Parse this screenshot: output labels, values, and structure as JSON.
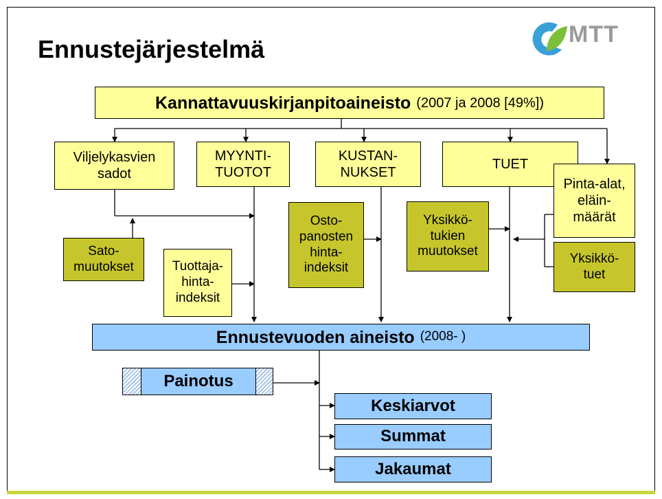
{
  "slide": {
    "title": "Ennustejärjestelmä",
    "logo_text": "MTT",
    "colors": {
      "yellow_box": "#ffff99",
      "olive_box": "#c6c62c",
      "blue_box": "#99ccff",
      "logo_green": "#7cbf3a",
      "logo_blue": "#3aa0d8",
      "bottom_bar": "#c8d63c"
    }
  },
  "diagram": {
    "source": {
      "label": "Kannattavuuskirjanpitoaineisto",
      "note": "(2007 ja 2008 [49%])"
    },
    "categories": {
      "viljelykasvien": "Viljelykasvien\nsadot",
      "myyntituotot": "MYYNTI-\nTUOTOT",
      "kustannukset": "KUSTAN-\nNUKSET",
      "tuet": "TUET",
      "pinta_alat": "Pinta-alat,\neläin-\nmäärät"
    },
    "adjustments": {
      "satomuutokset": "Sato-\nmuutokset",
      "tuottajahinta": "Tuottaja-\nhinta-\nindeksit",
      "ostopanosten": "Osto-\npanosten\nhinta-\nindeksit",
      "yksikkotukien": "Yksikkö-\ntukien\nmuutokset",
      "yksikkotuet": "Yksikkö-\ntuet"
    },
    "forecast": {
      "label": "Ennustevuoden aineisto",
      "note": "(2008- )"
    },
    "weighting": "Painotus",
    "outputs": [
      "Keskiarvot",
      "Summat",
      "Jakaumat"
    ]
  }
}
